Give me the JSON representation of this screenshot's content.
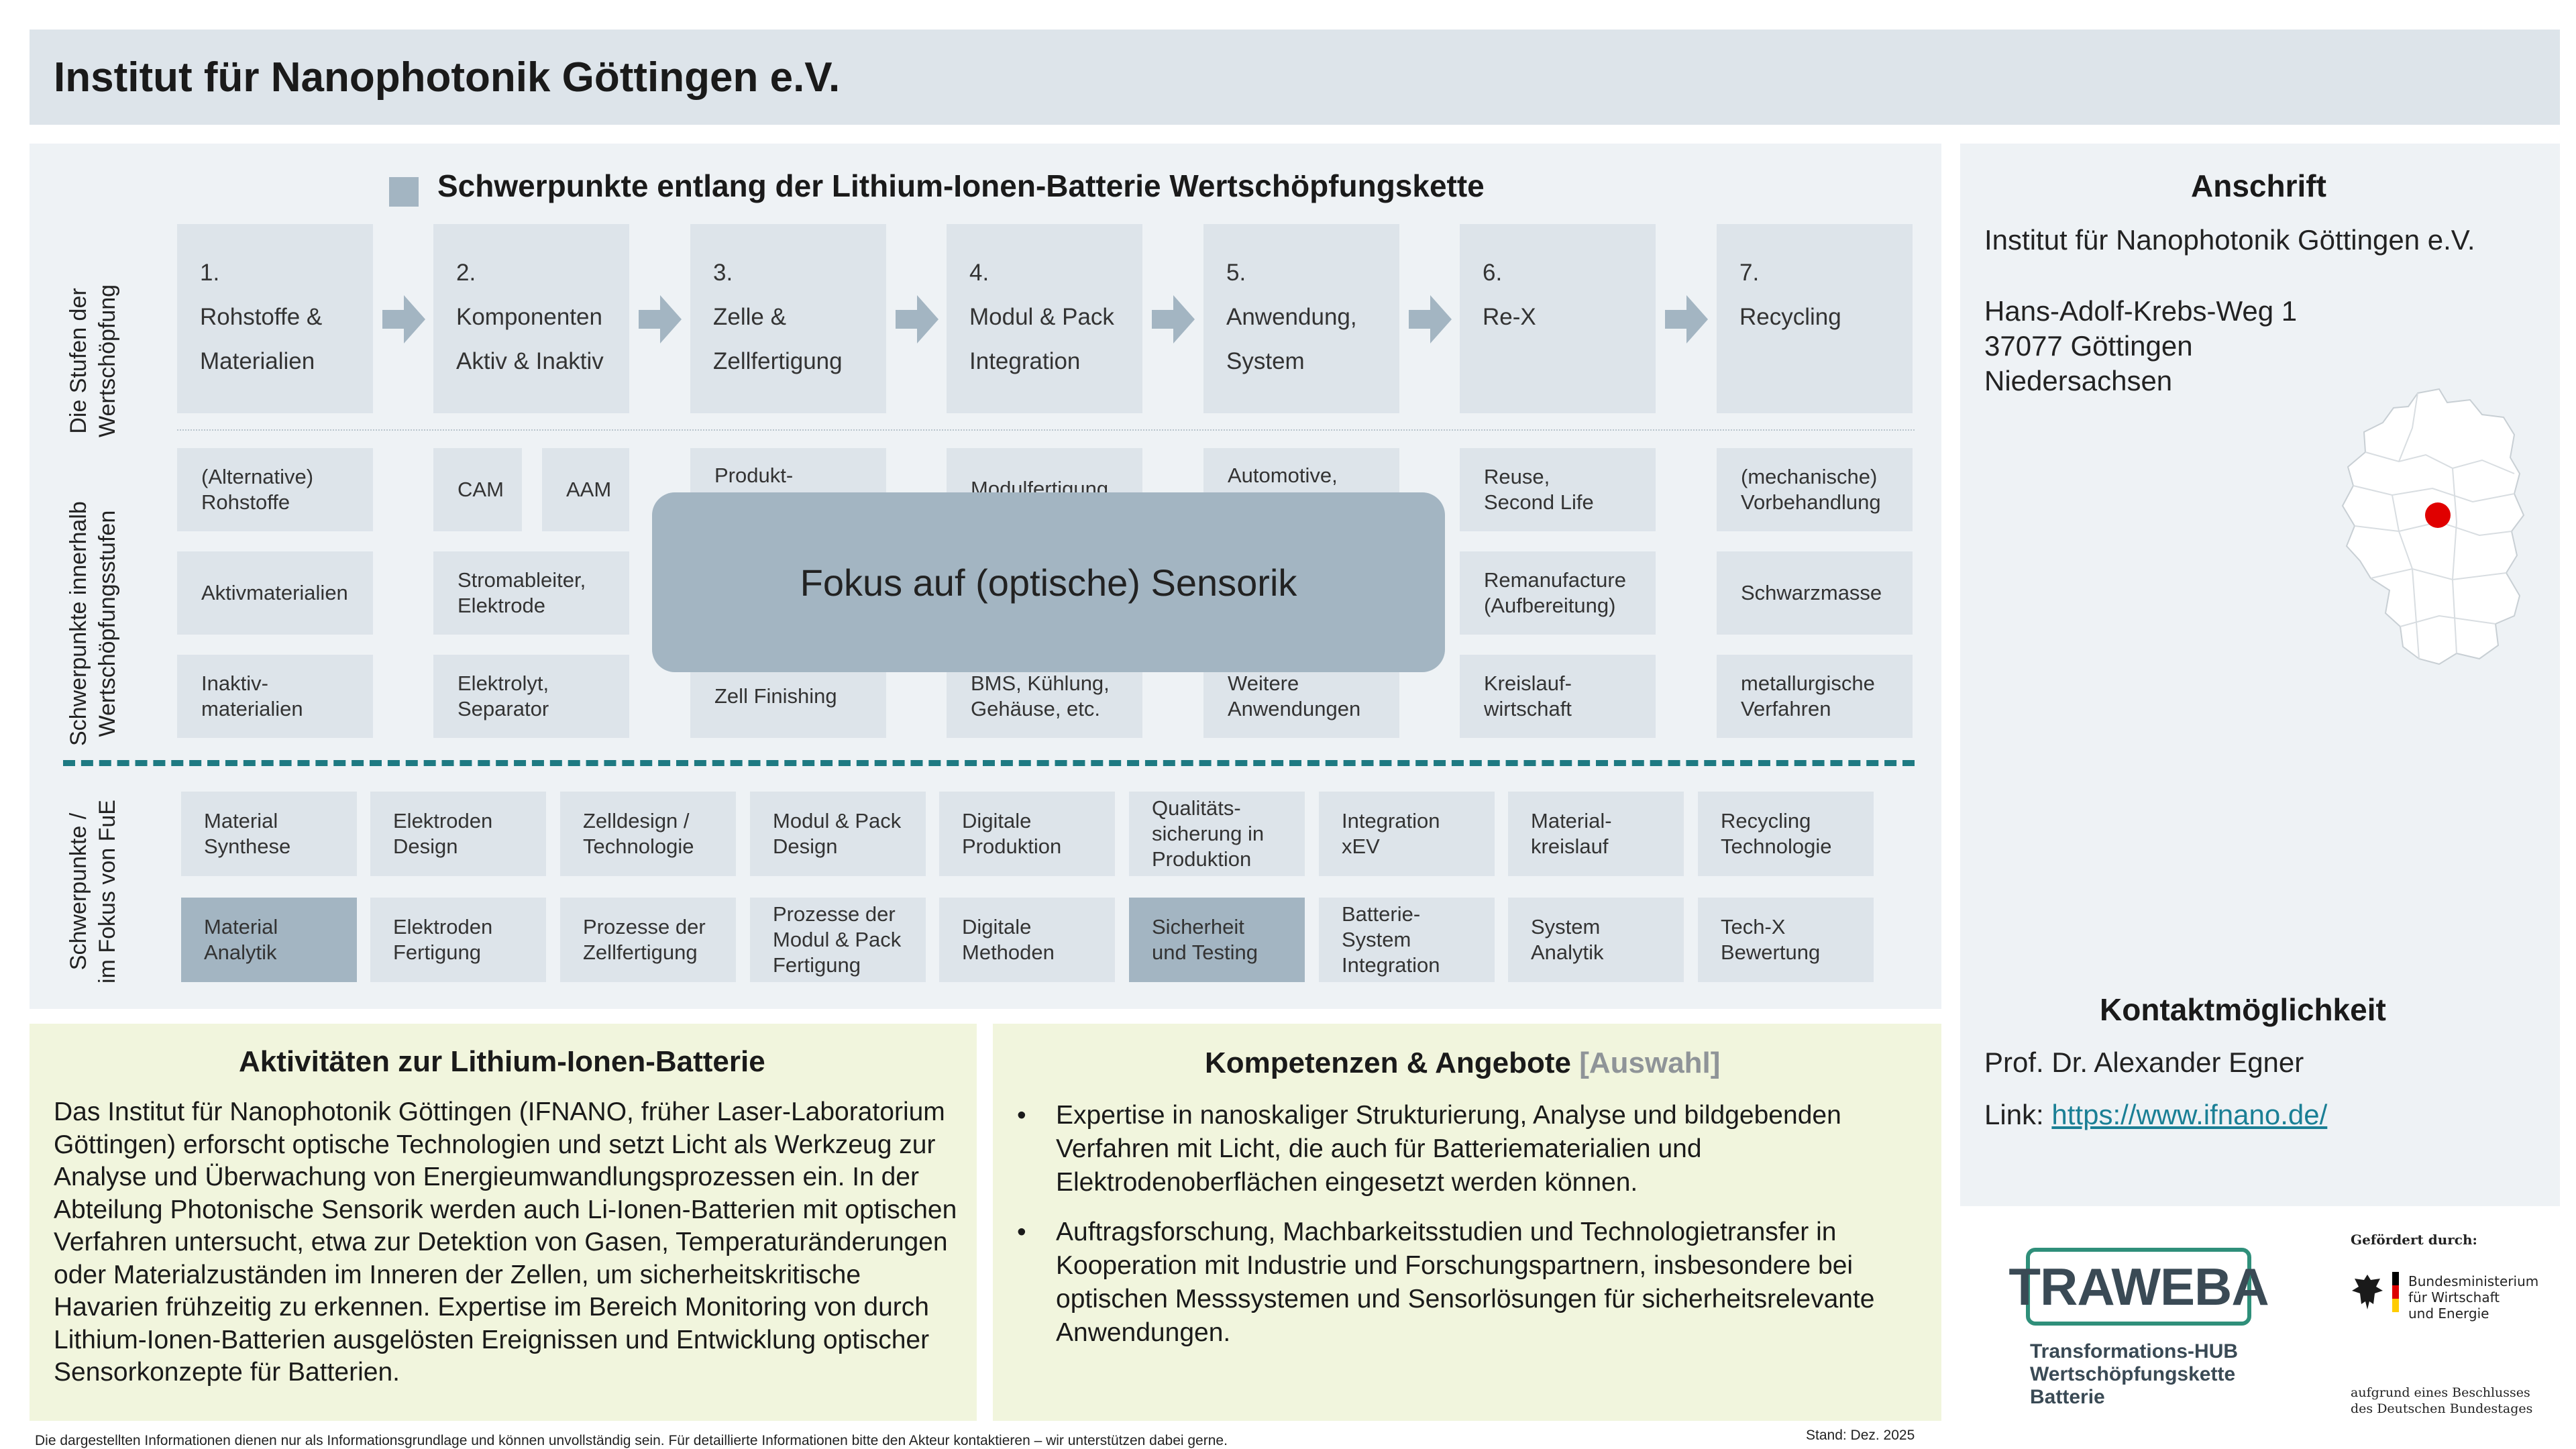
{
  "header": {
    "title": "Institut für Nanophotonik Göttingen e.V."
  },
  "chain": {
    "title": "Schwerpunkte entlang der Lithium-Ionen-Batterie Wertschöpfungskette",
    "label_stages": [
      "Die Stufen der",
      "Wertschöpfung"
    ],
    "label_focus": [
      "Schwerpunkte innerhalb",
      "Wertschöpfungsstufen"
    ],
    "label_fue": [
      "Schwerpunkte /",
      "im Fokus  von FuE"
    ],
    "stages": [
      {
        "lines": [
          "1.",
          "Rohstoffe &",
          "Materialien"
        ]
      },
      {
        "lines": [
          "2.",
          "Komponenten",
          "Aktiv & Inaktiv"
        ]
      },
      {
        "lines": [
          "3.",
          "Zelle &",
          "Zellfertigung"
        ]
      },
      {
        "lines": [
          "4.",
          "Modul & Pack",
          "Integration"
        ]
      },
      {
        "lines": [
          "5.",
          "Anwendung,",
          "System"
        ]
      },
      {
        "lines": [
          "6.",
          "Re-X"
        ]
      },
      {
        "lines": [
          "7.",
          "Recycling"
        ]
      }
    ],
    "cells": {
      "c1r1": "(Alternative)\nRohstoffe",
      "c1r2": "Aktivmaterialien",
      "c1r3": "Inaktiv-\nmaterialien",
      "c2r1a": "CAM",
      "c2r1b": "AAM",
      "c2r2": "Stromableiter,\nElektrode",
      "c2r3": "Elektrolyt,\nSeparator",
      "c3r1": "Produkt-",
      "c3r3": "Zell Finishing",
      "c4r1": "Modulfertigung",
      "c4r3": "BMS, Kühlung,\nGehäuse, etc.",
      "c5r1": "Automotive,",
      "c5r3": "Weitere\nAnwendungen",
      "c6r1": "Reuse,\nSecond Life",
      "c6r2": "Remanufacture\n(Aufbereitung)",
      "c6r3": "Kreislauf-\nwirtschaft",
      "c7r1": "(mechanische)\nVorbehandlung",
      "c7r2": "Schwarzmasse",
      "c7r3": "metallurgische\nVerfahren"
    },
    "focus_overlay": "Fokus auf (optische) Sensorik",
    "fue_row1": [
      {
        "text": "Material\nSynthese",
        "highlight": false
      },
      {
        "text": "Elektroden\nDesign",
        "highlight": false
      },
      {
        "text": "Zelldesign /\nTechnologie",
        "highlight": false
      },
      {
        "text": "Modul & Pack\nDesign",
        "highlight": false
      },
      {
        "text": "Digitale\nProduktion",
        "highlight": false
      },
      {
        "text": "Qualitäts-\nsicherung in\nProduktion",
        "highlight": false
      },
      {
        "text": "Integration\nxEV",
        "highlight": false
      },
      {
        "text": "Material-\nkreislauf",
        "highlight": false
      },
      {
        "text": "Recycling\nTechnologie",
        "highlight": false
      }
    ],
    "fue_row2": [
      {
        "text": "Material\nAnalytik",
        "highlight": true
      },
      {
        "text": "Elektroden\nFertigung",
        "highlight": false
      },
      {
        "text": "Prozesse der\nZellfertigung",
        "highlight": false
      },
      {
        "text": "Prozesse der\nModul & Pack\nFertigung",
        "highlight": false
      },
      {
        "text": "Digitale\nMethoden",
        "highlight": false
      },
      {
        "text": "Sicherheit\nund Testing",
        "highlight": true
      },
      {
        "text": "Batterie-\nSystem\nIntegration",
        "highlight": false
      },
      {
        "text": "System\nAnalytik",
        "highlight": false
      },
      {
        "text": "Tech-X\nBewertung",
        "highlight": false
      }
    ]
  },
  "address": {
    "heading": "Anschrift",
    "name": "Institut für Nanophotonik Göttingen e.V.",
    "street": "Hans-Adolf-Krebs-Weg 1",
    "city": "37077 Göttingen",
    "state": "Niedersachsen"
  },
  "contact": {
    "heading": "Kontaktmöglichkeit",
    "person": "Prof. Dr. Alexander Egner",
    "link_label": "Link:",
    "link": "https://www.ifnano.de/"
  },
  "activities": {
    "heading": "Aktivitäten zur Lithium-Ionen-Batterie",
    "lines": [
      "Das Institut für Nanophotonik Göttingen (IFNANO, früher Laser-Laboratorium",
      "Göttingen) erforscht optische Technologien und setzt Licht als Werkzeug zur",
      "Analyse und Überwachung von Energieumwandlungsprozessen ein. In der",
      "Abteilung Photonische Sensorik werden auch Li-Ionen-Batterien mit optischen",
      "Verfahren untersucht, etwa zur Detektion von Gasen, Temperaturänderungen",
      "oder Materialzuständen im Inneren der Zellen, um sicherheitskritische",
      "Havarien frühzeitig zu erkennen. Expertise im Bereich Monitoring von durch",
      "Lithium-Ionen-Batterien ausgelösten Ereignissen und Entwicklung optischer",
      "Sensorkonzepte für Batterien."
    ]
  },
  "competences": {
    "heading": "Kompetenzen & Angebote",
    "heading_suffix": "[Auswahl]",
    "items": [
      [
        "Expertise in nanoskaliger Strukturierung, Analyse und bildgebenden",
        "Verfahren mit Licht, die auch für Batteriematerialien und",
        "Elektrodenoberflächen eingesetzt werden können."
      ],
      [
        "Auftragsforschung, Machbarkeitsstudien und Technologietransfer in",
        "Kooperation mit Industrie und Forschungspartnern, insbesondere bei",
        "optischen Messsystemen und Sensorlösungen für sicherheitsrelevante",
        "Anwendungen."
      ]
    ]
  },
  "footer": {
    "note": "Die dargestellten Informationen dienen nur als Informationsgrundlage und können unvollständig sein. Für detaillierte Informationen bitte den Akteur kontaktieren – wir unterstützen dabei gerne.",
    "date": "Stand: Dez. 2025"
  },
  "logos": {
    "traweba": "TRAWEBA",
    "traweba_sub": "Transformations-HUB\nWertschöpfungskette\nBatterie",
    "funding_label": "Gefördert durch:",
    "ministry": "Bundesministerium\nfür Wirtschaft\nund Energie",
    "bundestag": "aufgrund eines Beschlusses\ndes Deutschen Bundestages"
  },
  "colors": {
    "header_bg": "#dde4ea",
    "panel_bg": "#eef2f5",
    "cell_bg": "#dde4ea",
    "highlight": "#a3b5c2",
    "bottom_bg": "#f1f5dd",
    "teal": "#1e7a82",
    "map_marker": "#e00000"
  }
}
